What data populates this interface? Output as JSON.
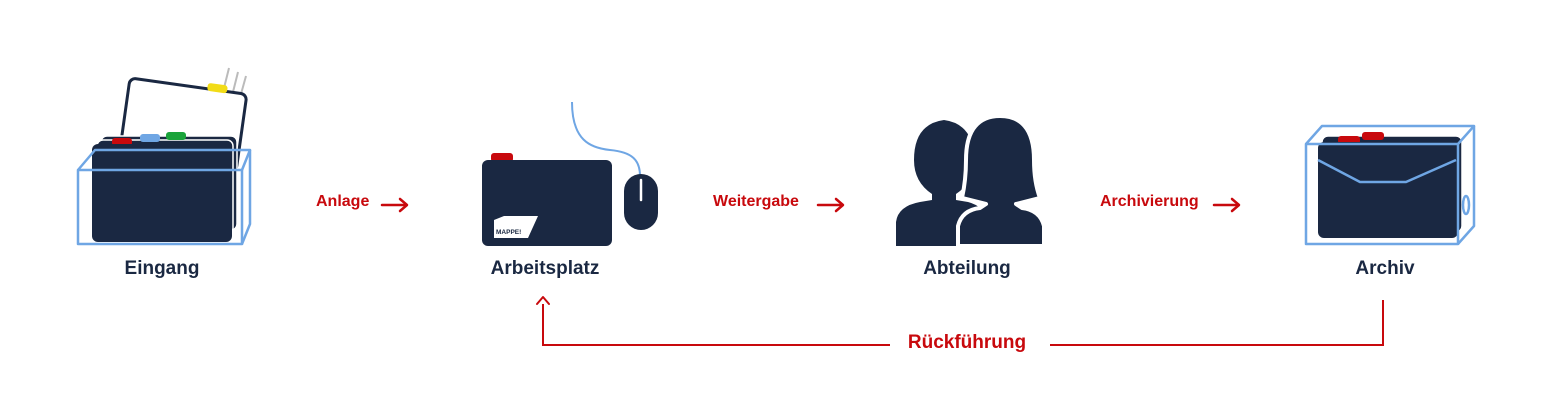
{
  "colors": {
    "navy": "#1a2842",
    "light_blue": "#6fa6e4",
    "red": "#c8090d",
    "tab_green": "#1aa33a",
    "tab_yellow": "#f2dc17",
    "motion_gray": "#bbbbbb"
  },
  "nodes": {
    "eingang": "Eingang",
    "arbeitsplatz": "Arbeitsplatz",
    "abteilung": "Abteilung",
    "archiv": "Archiv"
  },
  "edges": {
    "anlage": "Anlage",
    "weitergabe": "Weitergabe",
    "archivierung": "Archivierung",
    "rueckfuehrung": "Rückführung"
  },
  "icons": {
    "eingang": "folder-inbox-icon",
    "arbeitsplatz": "workstation-mouse-icon",
    "abteilung": "department-people-icon",
    "archiv": "archive-box-icon",
    "arrow": "arrow-right-icon"
  },
  "folder_badge": "MAPPE!"
}
